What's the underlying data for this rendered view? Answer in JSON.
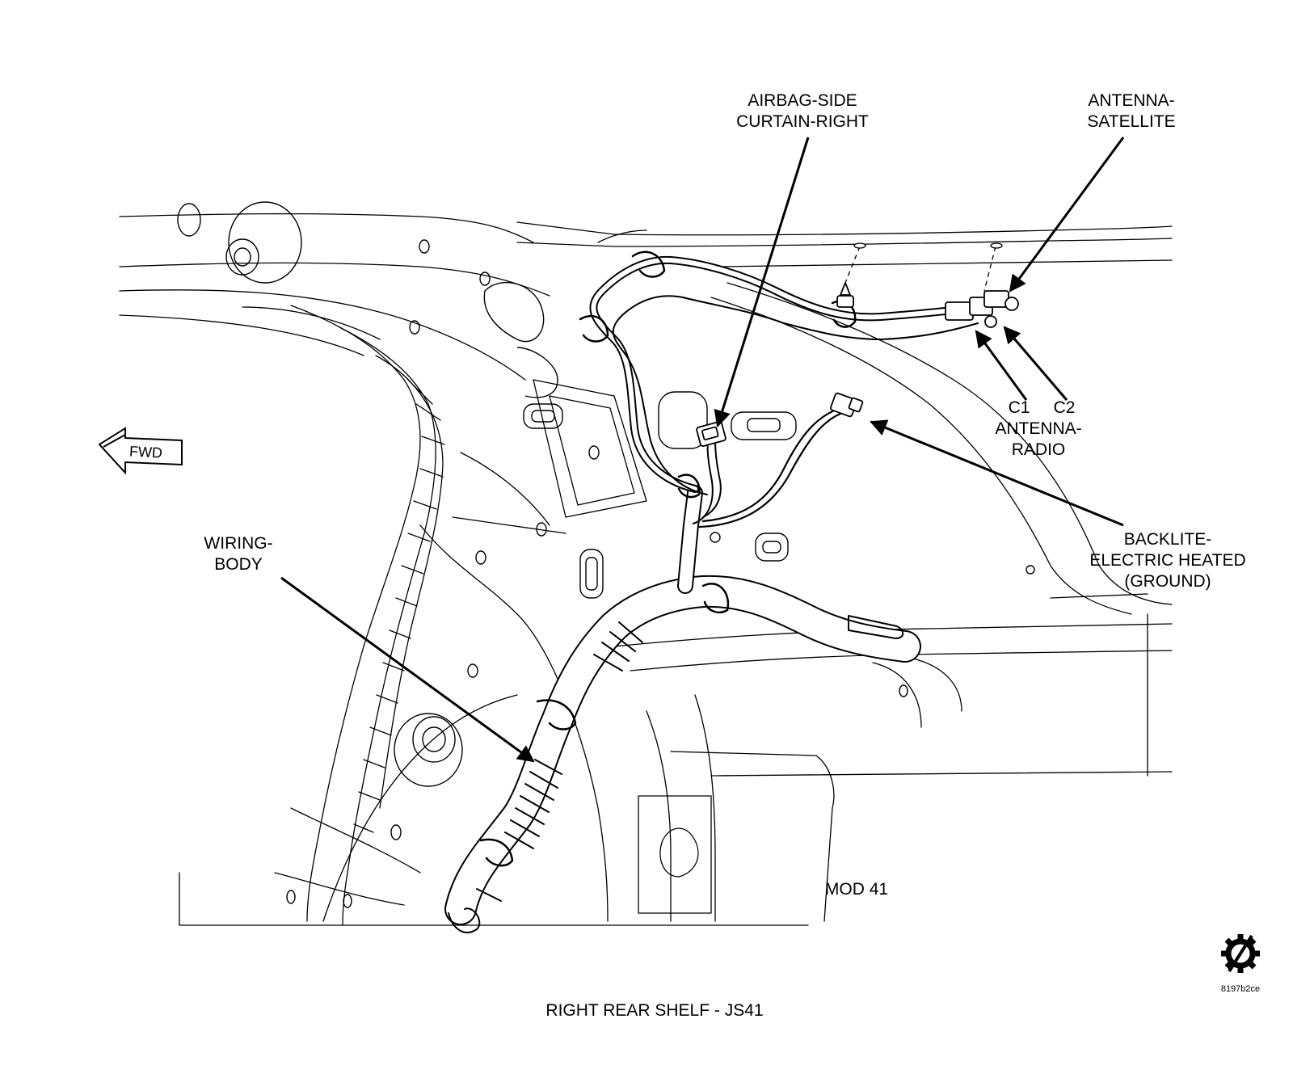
{
  "labels": {
    "airbag": [
      "AIRBAG-SIDE",
      "CURTAIN-RIGHT"
    ],
    "antenna_satellite": [
      "ANTENNA-",
      "SATELLITE"
    ],
    "c1": "C1",
    "c2": "C2",
    "antenna_radio": [
      "ANTENNA-",
      "RADIO"
    ],
    "backlite": [
      "BACKLITE-",
      "ELECTRIC HEATED",
      "(GROUND)"
    ],
    "wiring_body": [
      "WIRING-",
      "BODY"
    ],
    "fwd": "FWD",
    "mod": "MOD 41",
    "figure_code": "8197b2ce",
    "caption": "RIGHT REAR SHELF - JS41"
  },
  "icons": {
    "corner_symbol": "gear-slash-icon"
  }
}
